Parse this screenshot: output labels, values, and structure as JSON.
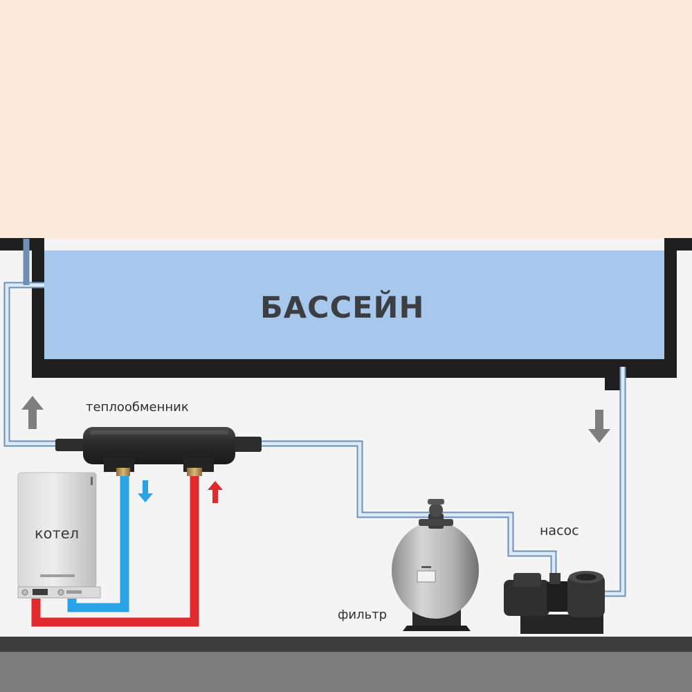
{
  "labels": {
    "pool": "БАССЕЙН",
    "heat_exchanger": "теплообменник",
    "boiler": "котел",
    "pump": "насос",
    "filter": "фильтр"
  },
  "colors": {
    "sky": "#fbeadb",
    "pool_water": "#a7c8ec",
    "pool_wall": "#1e1e1e",
    "room": "#f4f4f4",
    "circuit_pipe": "#a7c8ec",
    "cold_pipe": "#2aa3e6",
    "hot_pipe": "#e02a2d",
    "flow_arrow": "#7e7e7e",
    "floor": "#3e3e3e"
  },
  "icons": [
    "flow-up-arrow-icon",
    "flow-down-arrow-icon",
    "cold-flow-down-arrow-icon",
    "hot-flow-up-arrow-icon"
  ]
}
